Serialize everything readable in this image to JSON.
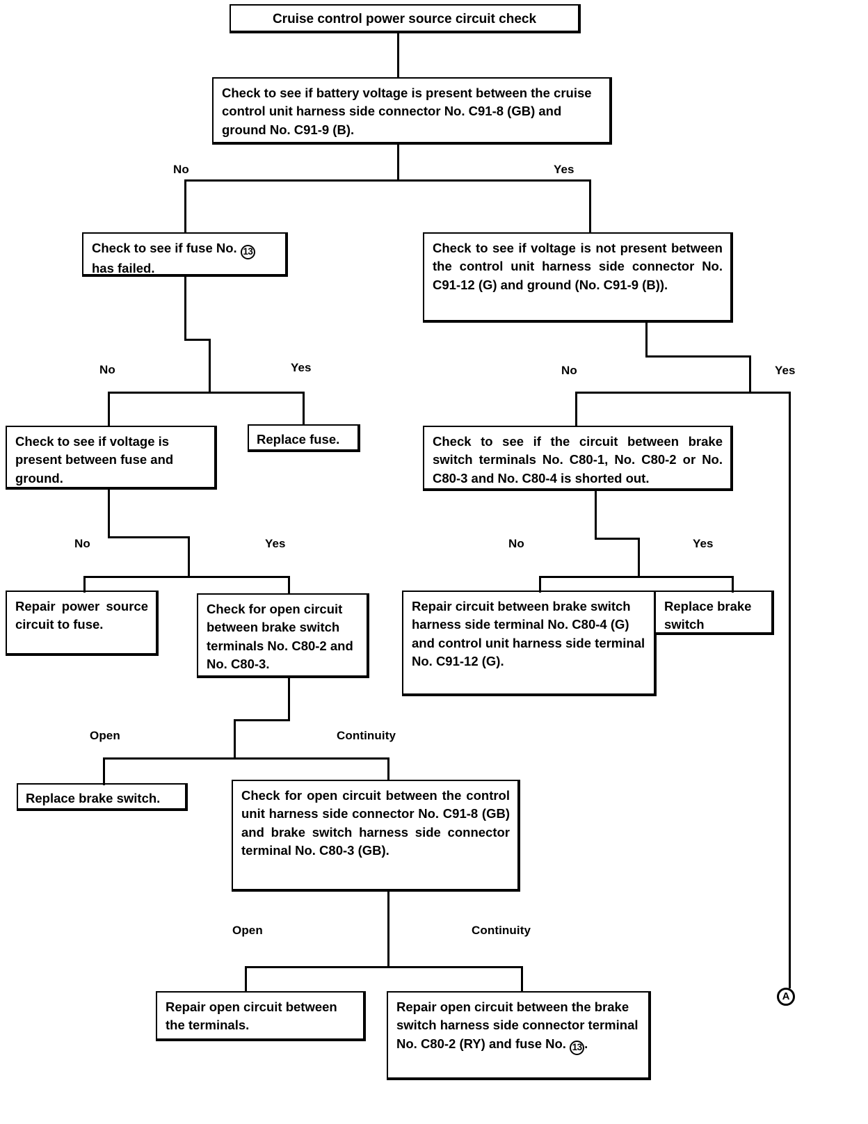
{
  "diagram": {
    "title": "Cruise control power source circuit check",
    "type": "troubleshooting-flowchart"
  },
  "nodes": {
    "start": {
      "id": "start",
      "label": "Cruise control power source circuit check"
    },
    "check_battery_voltage": {
      "id": "check-battery-voltage",
      "label": "Check to see if battery voltage is present between the cruise control unit harness side connector No. C91-8 (GB) and ground No. C91-9 (B)."
    },
    "check_fuse_failed": {
      "id": "check-fuse-failed",
      "label_before": "Check to see if fuse No. ",
      "fuse_number": "13",
      "label_after": "\nhas failed."
    },
    "check_voltage_not_present": {
      "id": "check-voltage-not-present",
      "label": "Check to see if voltage is not present between the control unit harness side connector No. C91-12 (G) and ground (No. C91-9 (B))."
    },
    "check_voltage_fuse_ground": {
      "id": "check-voltage-fuse-ground",
      "label": "Check to see if voltage is present between fuse and ground."
    },
    "replace_fuse": {
      "id": "replace-fuse",
      "label": "Replace fuse."
    },
    "check_circuit_shorted": {
      "id": "check-circuit-shorted",
      "label": "Check to see if the circuit between brake switch terminals No. C80-1, No. C80-2 or No. C80-3 and No. C80-4 is shorted out."
    },
    "repair_power_source": {
      "id": "repair-power-source-circuit",
      "label": "Repair power source circuit to fuse."
    },
    "check_open_brake_terminals": {
      "id": "check-open-brake-terminals",
      "label": "Check for open circuit between brake switch terminals No. C80-2 and No. C80-3."
    },
    "repair_circuit_brake_control": {
      "id": "repair-circuit-brake-control",
      "label": "Repair circuit between brake switch harness side terminal No. C80-4 (G) and control unit harness side terminal No. C91-12 (G)."
    },
    "replace_brake_switch_right": {
      "id": "replace-brake-switch-right",
      "label": "Replace brake switch"
    },
    "replace_brake_switch_left": {
      "id": "replace-brake-switch-left",
      "label": "Replace brake switch."
    },
    "check_open_control_brake": {
      "id": "check-open-control-brake",
      "label": "Check for open circuit between the control unit harness side connector No. C91-8 (GB) and brake switch harness side connector terminal No. C80-3 (GB)."
    },
    "repair_open_terminals": {
      "id": "repair-open-between-terminals",
      "label": "Repair open circuit between the terminals."
    },
    "repair_open_brake_fuse": {
      "id": "repair-open-brake-fuse",
      "label_before": "Repair open circuit between the brake switch harness side connector terminal No. C80-2 (RY) and fuse No. ",
      "fuse_number": "13",
      "label_after": "."
    }
  },
  "branch_labels": {
    "lvl1_no": "No",
    "lvl1_yes": "Yes",
    "fuse_no": "No",
    "fuse_yes": "Yes",
    "shorted_no": "No",
    "shorted_yes": "Yes",
    "voltage_no": "No",
    "voltage_yes": "Yes",
    "open_1": "Open",
    "continuity_1": "Continuity",
    "open_2": "Open",
    "continuity_2": "Continuity",
    "far_right_yes": "Yes"
  },
  "terminators": {
    "a": "A"
  },
  "colors": {
    "ink": "#000000",
    "paper": "#ffffff"
  }
}
